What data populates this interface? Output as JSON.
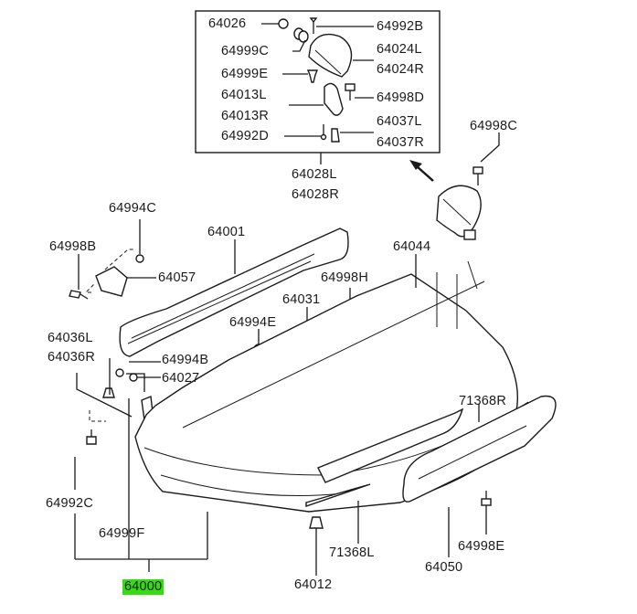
{
  "title": "Rear bumper exploded parts diagram",
  "highlight_color": "#33dd11",
  "inset": {
    "labels": {
      "p64026": "64026",
      "p64992B": "64992B",
      "p64999C": "64999C",
      "p64024L": "64024L",
      "p64024R": "64024R",
      "p64999E": "64999E",
      "p64013L": "64013L",
      "p64013R": "64013R",
      "p64998D": "64998D",
      "p64037L": "64037L",
      "p64037R": "64037R",
      "p64992D": "64992D"
    },
    "assembly_label_l": "64028L",
    "assembly_label_r": "64028R"
  },
  "labels": {
    "p64998C": "64998C",
    "p64994C": "64994C",
    "p64001": "64001",
    "p64044": "64044",
    "p64998B": "64998B",
    "p64057": "64057",
    "p64998H": "64998H",
    "p64031": "64031",
    "p64994E": "64994E",
    "p64036L": "64036L",
    "p64036R": "64036R",
    "p64994B": "64994B",
    "p64027": "64027",
    "p71368R": "71368R",
    "p64992C": "64992C",
    "p64999F": "64999F",
    "p64998E": "64998E",
    "p71368L": "71368L",
    "p64050": "64050",
    "p64012": "64012",
    "p64000": "64000"
  },
  "highlighted_part": "64000"
}
